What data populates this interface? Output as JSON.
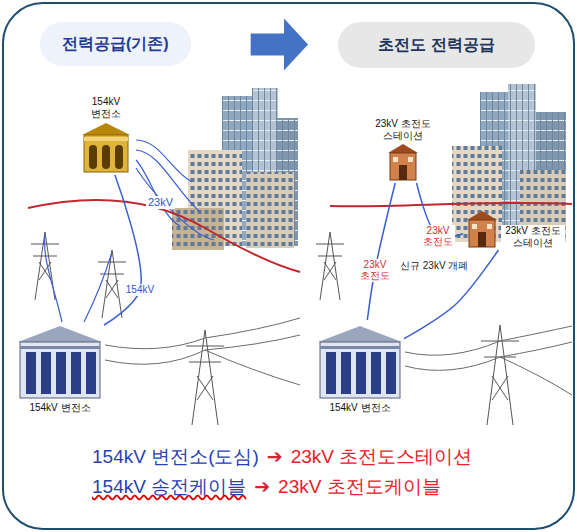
{
  "diagram": {
    "nodes": [
      {
        "text": [
          "전력공급(기존)"
        ]
      },
      {
        "text": [
          "초전도 전력공급"
        ]
      },
      {
        "text": [
          "154kV 변전소"
        ]
      },
      {
        "text": [
          "154kV 변전소"
        ]
      },
      {
        "text": [
          "23kV 초전도 스테이션"
        ]
      },
      {
        "text": [
          "23kV 초전도 스테이션"
        ]
      },
      {
        "text": [
          "154kV 변전소"
        ]
      }
    ],
    "edges": [
      {
        "from": 0,
        "to": 1,
        "arrow": "to"
      },
      {
        "from": 3,
        "to": 2,
        "arrow": "none",
        "label": "154kV"
      },
      {
        "from": 6,
        "to": 4,
        "arrow": "none",
        "label": "23kV 초전도"
      },
      {
        "from": 4,
        "to": 5,
        "arrow": "none",
        "label": "23kV 초전도"
      },
      {
        "from": 6,
        "to": 5,
        "arrow": "none"
      }
    ],
    "labels": [
      "23kV",
      "신규 23kV 개폐",
      "154kV 변전소(도심)",
      "➔",
      "23kV 초전도스테이션",
      "154kV 송전케이블",
      "➔",
      "23kV 초전도케이블"
    ]
  }
}
